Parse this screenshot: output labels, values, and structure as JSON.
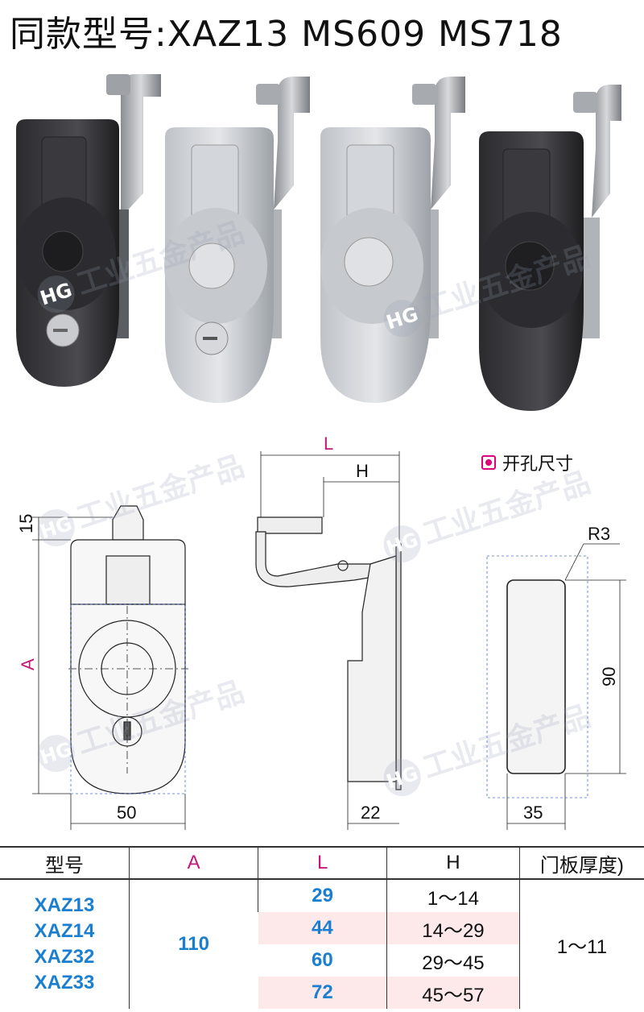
{
  "title": "同款型号:XAZ13  MS609  MS718",
  "watermark": "工业五金产品",
  "watermark_logo": "HG",
  "legend": {
    "label": "开孔尺寸",
    "color": "#e0007a"
  },
  "drawing": {
    "dim_15": "15",
    "dim_A": "A",
    "dim_50": "50",
    "dim_L": "L",
    "dim_H": "H",
    "dim_22": "22",
    "dim_R3": "R3",
    "dim_90": "90",
    "dim_35": "35"
  },
  "table": {
    "headers": [
      "型号",
      "A",
      "L",
      "H",
      "门板厚度)"
    ],
    "models": [
      "XAZ13",
      "XAZ14",
      "XAZ32",
      "XAZ33"
    ],
    "a_value": "110",
    "rows": [
      {
        "L": "29",
        "H": "1～14"
      },
      {
        "L": "44",
        "H": "14～29"
      },
      {
        "L": "60",
        "H": "29～45"
      },
      {
        "L": "72",
        "H": "45～57"
      }
    ],
    "thickness": "1～11"
  }
}
